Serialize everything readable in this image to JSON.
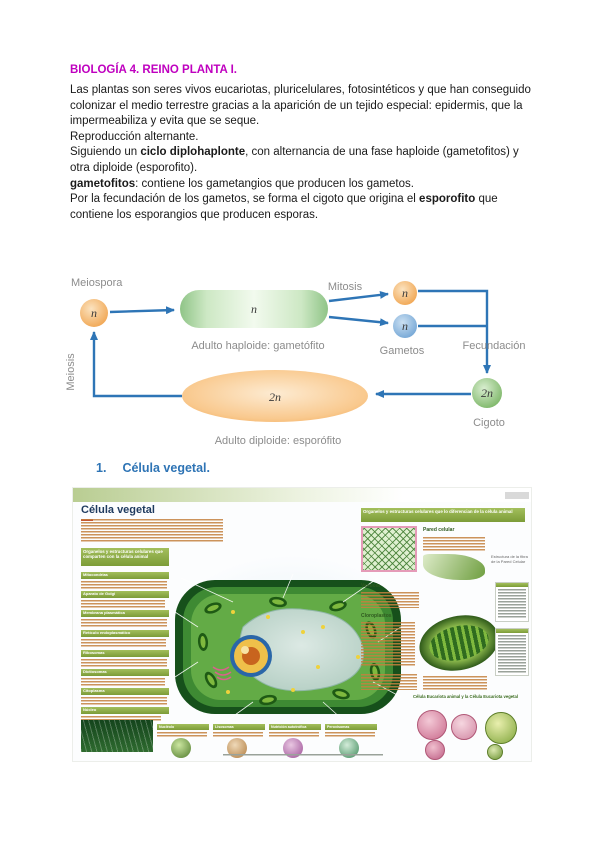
{
  "doc": {
    "title": "BIOLOGÍA 4. REINO PLANTA I.",
    "p1": "Las plantas son seres vivos eucariotas, pluricelulares, fotosintéticos y que han conseguido colonizar el medio terrestre gracias a la aparición de un tejido especial: epidermis, que la impermeabiliza y evita que se seque.",
    "p2": "Reproducción alternante.",
    "p3a": "Siguiendo un ",
    "p3b": "ciclo diplohaplonte",
    "p3c": ", con alternancia de una fase haploide (gametofitos) y otra diploide (esporofito).",
    "p4a": "gametofitos",
    "p4b": ": contiene los gametangios que producen los gametos.",
    "p5a": "Por la fecundación de los gametos, se forma el cigoto que origina el ",
    "p5b": "esporofito",
    "p5c": " que contiene los esporangios que producen esporas.",
    "heading_num": "1.",
    "heading_text": "Célula vegetal."
  },
  "cycle": {
    "meiospora": "Meiospora",
    "mitosis": "Mitosis",
    "meiosis": "Meiosis",
    "gametos": "Gametos",
    "fecundacion": "Fecundación",
    "cigoto": "Cigoto",
    "adulto_haploide": "Adulto haploide: gametófito",
    "adulto_diploide": "Adulto diploide: esporófito",
    "n": "n",
    "two_n": "2n",
    "arrow_color": "#2E75B6"
  },
  "poster": {
    "title": "Célula vegetal",
    "header_left": "Organelos y estructuras celulares que comparten con la célula animal",
    "header_right": "Organelos y estructuras celulares que lo diferencian de la célula animal",
    "sections_left": [
      "Mitocondrias",
      "Aparato de Golgi",
      "Membrana plasmática",
      "Retículo endoplasmático",
      "Ribosomas",
      "Dictiosomas",
      "Citoplasma",
      "Núcleo"
    ],
    "pared_celular": "Pared celular",
    "fibra_label": "Estructura de la fibra de la Pared Celular",
    "vacuola": "Vacuola",
    "cloroplastos": "Cloroplastos",
    "comparison_header": "Célula Eucariota animal y la Célula Eucariota vegetal",
    "bottom_items": [
      "Nucléolo",
      "Lisosomas",
      "Nutrición autotrófica",
      "Peroxisomas"
    ]
  }
}
